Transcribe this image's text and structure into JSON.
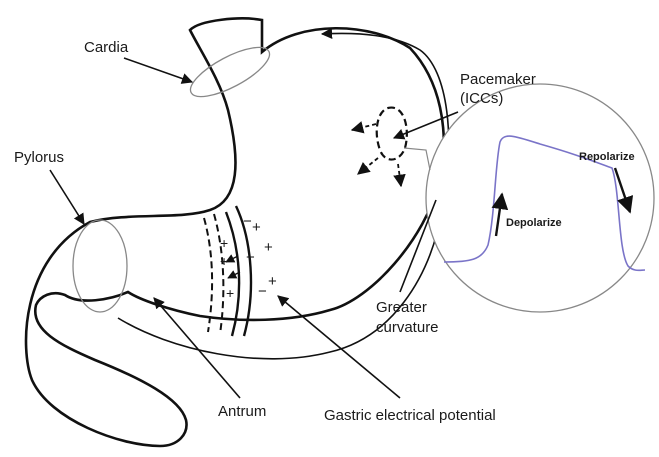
{
  "labels": {
    "cardia": "Cardia",
    "pacemaker_line1": "Pacemaker",
    "pacemaker_line2": "(ICCs)",
    "pylorus": "Pylorus",
    "repolarize": "Repolarize",
    "depolarize": "Depolarize",
    "greater_line1": "Greater",
    "greater_line2": "curvature",
    "antrum": "Antrum",
    "gastric": "Gastric electrical potential"
  },
  "charges": {
    "plus": "+",
    "minus": "−"
  },
  "colors": {
    "outline": "#111111",
    "circle": "#888888",
    "waveform": "#7a74c8"
  }
}
